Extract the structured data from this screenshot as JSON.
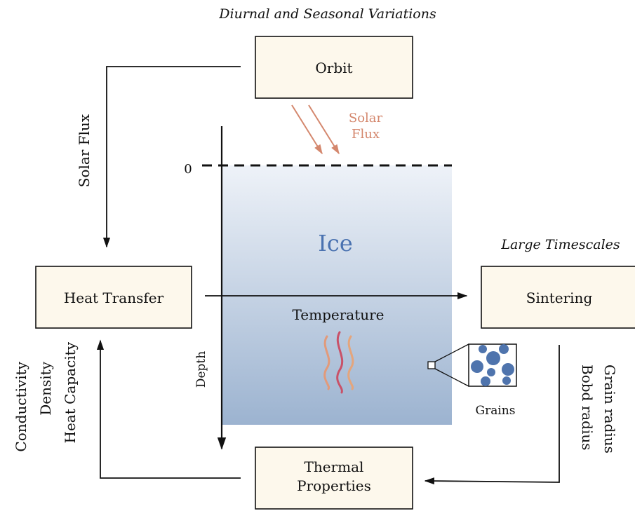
{
  "top_caption": "Diurnal and Seasonal Variations",
  "right_caption": "Large Timescales",
  "boxes": {
    "orbit": "Orbit",
    "heat_transfer": "Heat Transfer",
    "sintering": "Sintering",
    "thermal_properties_line1": "Thermal",
    "thermal_properties_line2": "Properties"
  },
  "ice": {
    "label": "Ice",
    "surface_level": "0",
    "depth_label": "Depth",
    "temperature_label": "Temperature",
    "grains_label": "Grains"
  },
  "solar_flux_incoming_line1": "Solar",
  "solar_flux_incoming_line2": "Flux",
  "left_arrow_label": "Solar Flux",
  "thermal_params": [
    "Conductivity",
    "Density",
    "Heat Capacity"
  ],
  "grain_params": [
    "Grain radius",
    "Bobd radius"
  ],
  "colors": {
    "box_fill": "#fdf8ec",
    "ice_top": "#eef2f8",
    "ice_bottom": "#9cb3d0",
    "ice_label": "#4a72b0",
    "solar_arrow": "#d4876d",
    "grain_fill": "#4f74ad"
  }
}
